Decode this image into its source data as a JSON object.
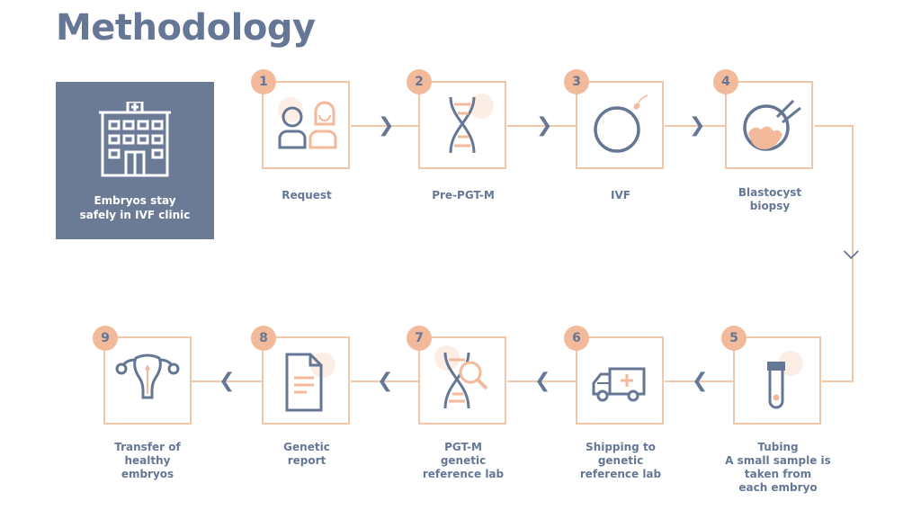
{
  "title": "Methodology",
  "clinic": {
    "label": "Embryos stay\nsafely in IVF clinic",
    "icon": "hospital-icon"
  },
  "steps": [
    {
      "number": "1",
      "label": "Request",
      "icon": "people-icon"
    },
    {
      "number": "2",
      "label": "Pre-PGT-M",
      "icon": "dna-icon"
    },
    {
      "number": "3",
      "label": "IVF",
      "icon": "egg-sperm-icon"
    },
    {
      "number": "4",
      "label": "Blastocyst\nbiopsy",
      "icon": "biopsy-icon"
    },
    {
      "number": "5",
      "label": "Tubing\nA small sample is\ntaken from\neach embryo",
      "icon": "test-tube-icon"
    },
    {
      "number": "6",
      "label": "Shipping to\ngenetic\nreference lab",
      "icon": "ambulance-icon"
    },
    {
      "number": "7",
      "label": "PGT-M\ngenetic\nreference lab",
      "icon": "dna-magnifier-icon"
    },
    {
      "number": "8",
      "label": "Genetic\nreport",
      "icon": "document-icon"
    },
    {
      "number": "9",
      "label": "Transfer of\nhealthy\nembryos",
      "icon": "uterus-icon"
    }
  ],
  "colors": {
    "accent": "#f2b99a",
    "border": "#f1c7a9",
    "primary": "#667796",
    "panel": "#6b7b96"
  }
}
